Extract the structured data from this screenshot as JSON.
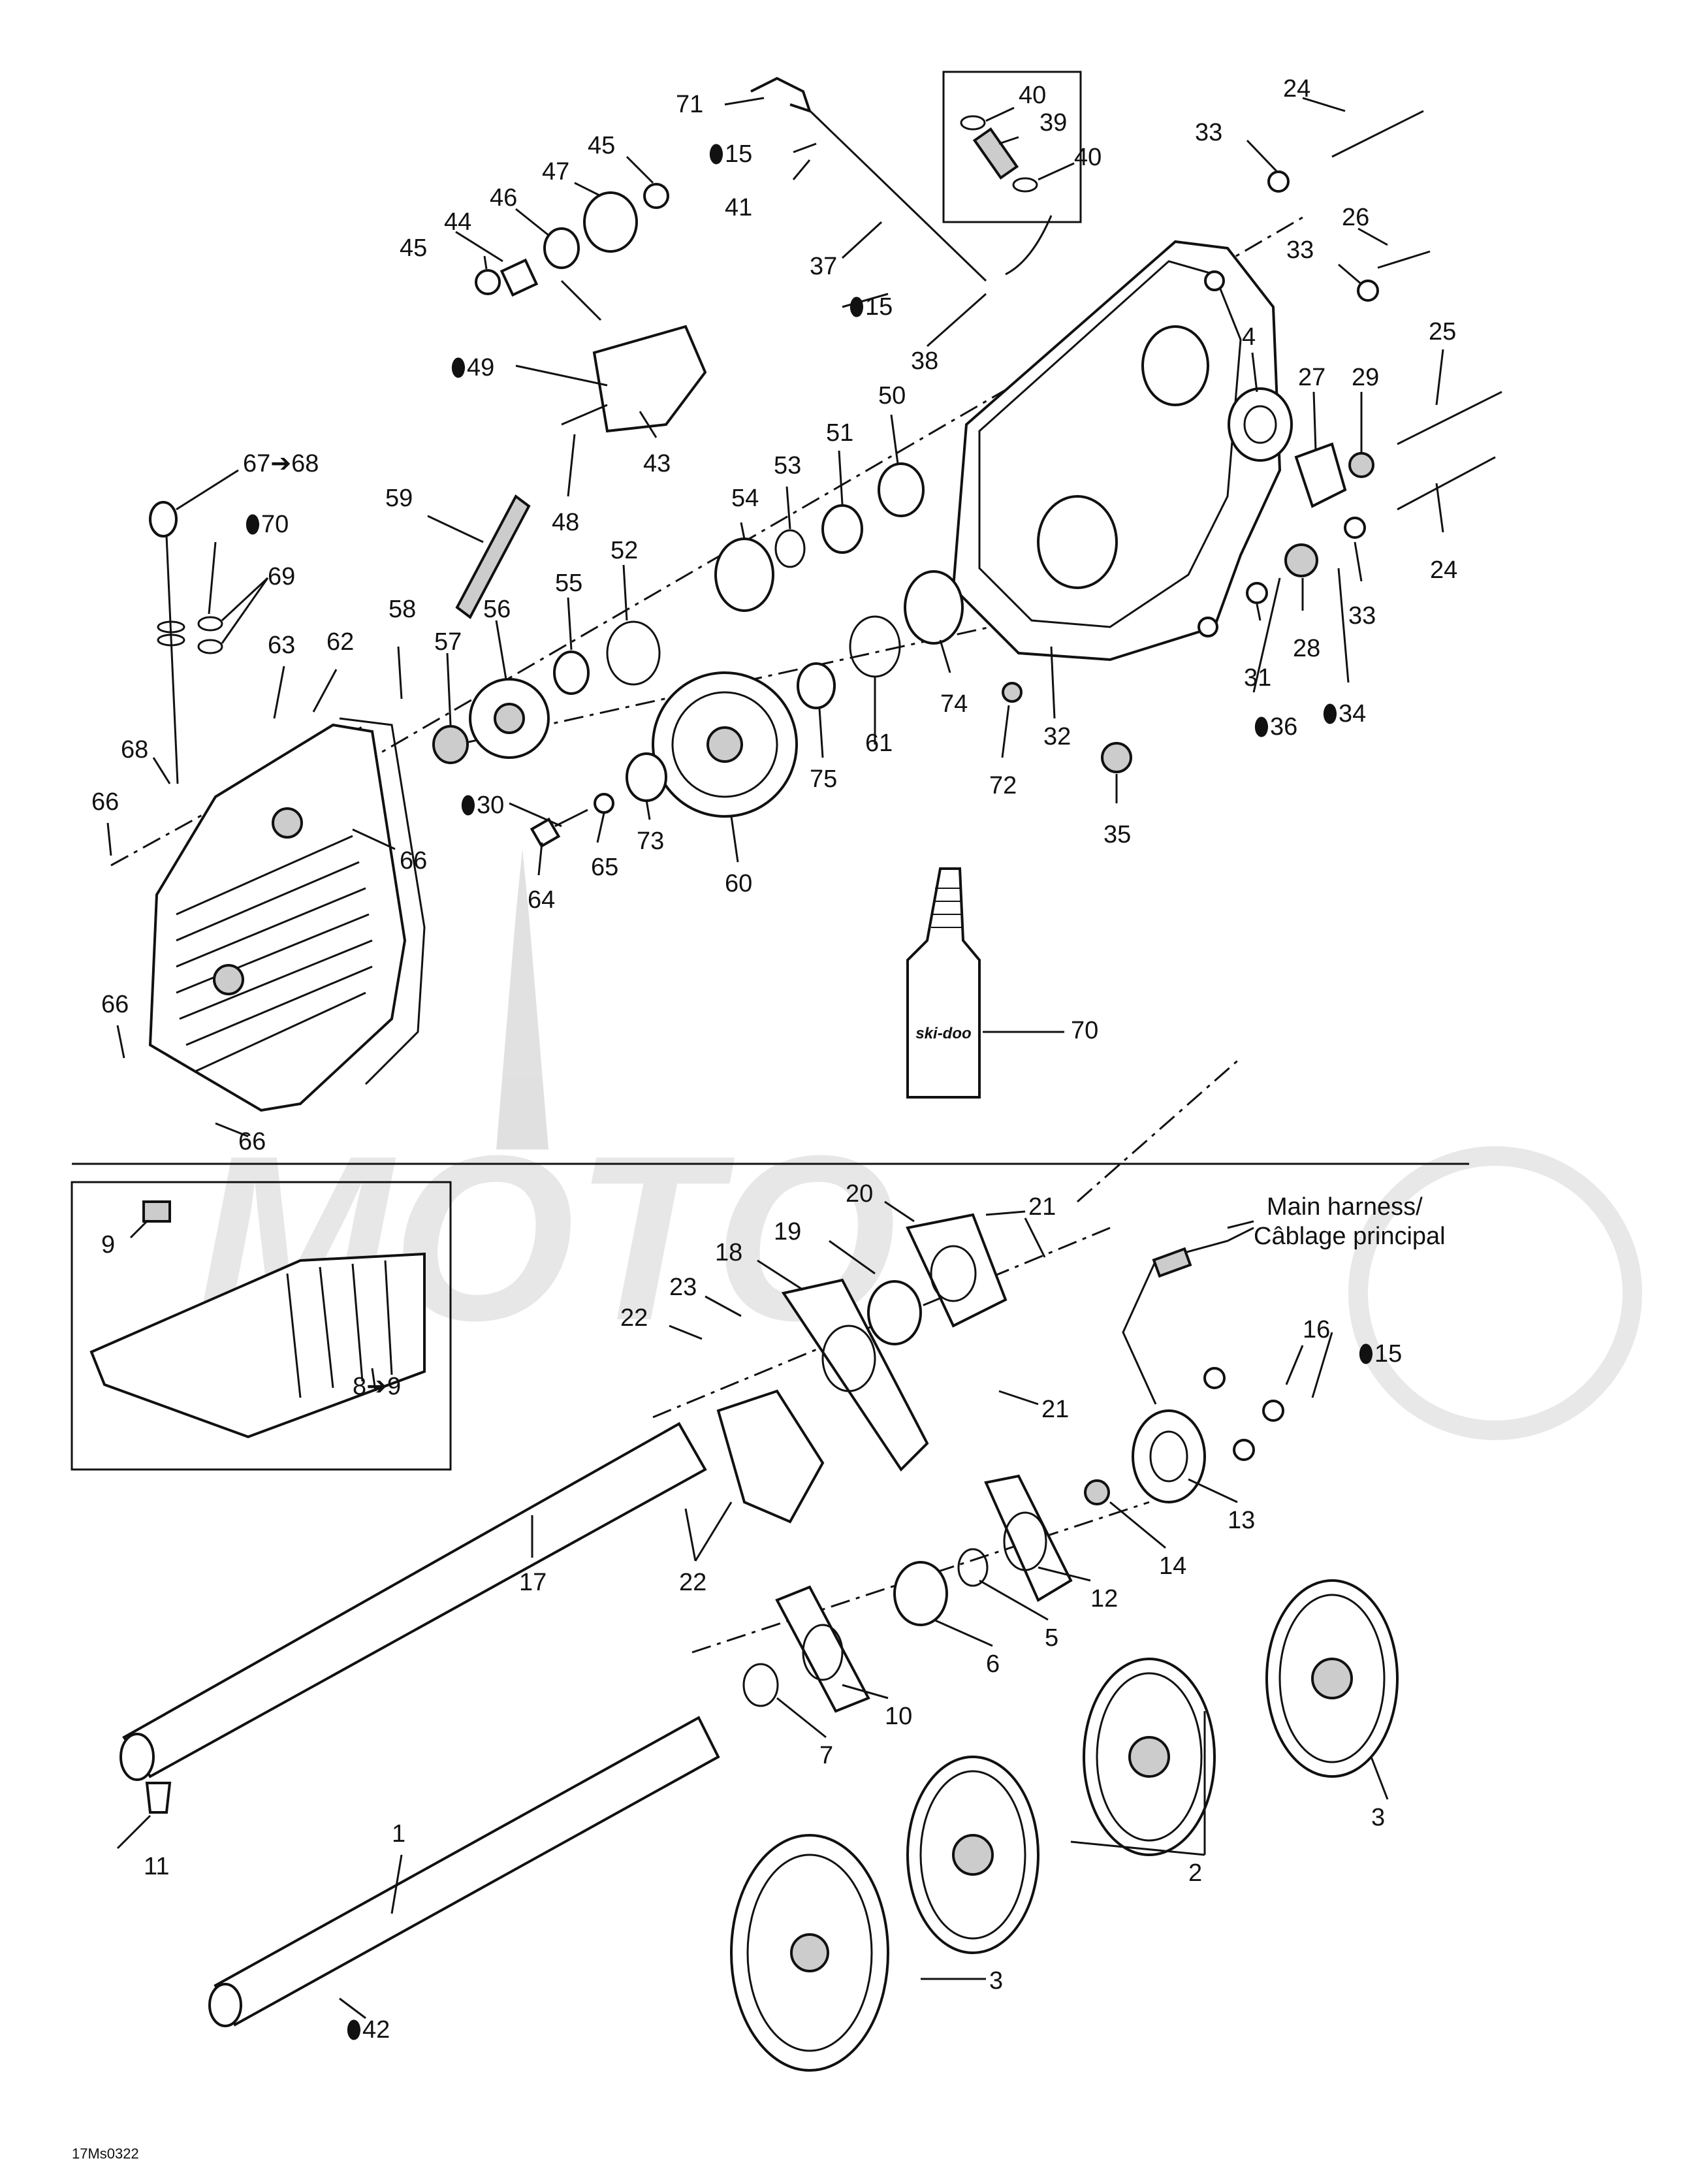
{
  "callouts": {
    "c1": "1",
    "c2": "2",
    "c3a": "3",
    "c3b": "3",
    "c4": "4",
    "c5": "5",
    "c6": "6",
    "c7": "7",
    "c8": "8➔9",
    "c9": "9",
    "c10": "10",
    "c11": "11",
    "c12": "12",
    "c13": "13",
    "c14": "14",
    "c15a": "15",
    "c15b": "15",
    "c15c": "15",
    "c16": "16",
    "c17": "17",
    "c18": "18",
    "c19": "19",
    "c20": "20",
    "c21a": "21",
    "c21b": "21",
    "c22a": "22",
    "c22b": "22",
    "c23": "23",
    "c24a": "24",
    "c24b": "24",
    "c25": "25",
    "c26": "26",
    "c27": "27",
    "c28": "28",
    "c29": "29",
    "c30": "30",
    "c31": "31",
    "c32": "32",
    "c33a": "33",
    "c33b": "33",
    "c33c": "33",
    "c34": "34",
    "c35": "35",
    "c36": "36",
    "c37": "37",
    "c38": "38",
    "c39": "39",
    "c40a": "40",
    "c40b": "40",
    "c41": "41",
    "c42": "42",
    "c43": "43",
    "c44": "44",
    "c45a": "45",
    "c45b": "45",
    "c46": "46",
    "c47": "47",
    "c48": "48",
    "c49": "49",
    "c50": "50",
    "c51": "51",
    "c52": "52",
    "c53": "53",
    "c54": "54",
    "c55": "55",
    "c56": "56",
    "c57": "57",
    "c58": "58",
    "c59": "59",
    "c60": "60",
    "c61": "61",
    "c62": "62",
    "c63": "63",
    "c64": "64",
    "c65": "65",
    "c66a": "66",
    "c66b": "66",
    "c66c": "66",
    "c66d": "66",
    "c67": "67➔68",
    "c68": "68",
    "c69": "69",
    "c70a": "70",
    "c70b": "70",
    "c71": "71",
    "c72": "72",
    "c73": "73",
    "c74": "74",
    "c75": "75"
  },
  "harness_label_line1": "Main harness/",
  "harness_label_line2": "Câblage principal",
  "bottle_brand": "ski-doo",
  "drawing_id": "17Ms0322",
  "watermark": "MOTO"
}
